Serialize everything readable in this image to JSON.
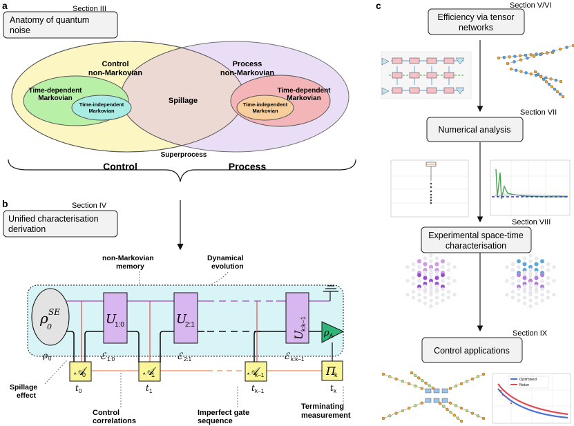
{
  "panel_a": {
    "letter": "a",
    "section": "Section III",
    "box_label_line1": "Anatomy of quantum",
    "box_label_line2": "noise",
    "control_ellipse_line1": "Control",
    "control_ellipse_line2": "non-Markovian",
    "process_ellipse_line1": "Process",
    "process_ellipse_line2": "non-Markovian",
    "td_left_line1": "Time-dependent",
    "td_left_line2": "Markovian",
    "ti_left_line1": "Time-independent",
    "ti_left_line2": "Markovian",
    "td_right_line1": "Time-dependent",
    "td_right_line2": "Markovian",
    "ti_right_line1": "Time-independent",
    "ti_right_line2": "Markovian",
    "overlap": "Spillage",
    "superprocess": "Superprocess",
    "brace_left": "Control",
    "brace_right": "Process",
    "colors": {
      "control": "#fbf6c2",
      "process": "#e6d9f5",
      "green": "#b8f0a8",
      "teal": "#a8ece4",
      "red": "#f3b5b8",
      "orange": "#f8cf9c"
    }
  },
  "panel_b": {
    "letter": "b",
    "section": "Section IV",
    "box_label_line1": "Unified characterisation",
    "box_label_line2": "derivation",
    "note_memory_line1": "non-Markovian",
    "note_memory_line2": "memory",
    "note_evolution_line1": "Dynamical",
    "note_evolution_line2": "evolution",
    "rho_se": "ρ₀ˢᴱ",
    "rho_se_base": "ρ",
    "rho_se_sub": "0",
    "rho_se_sup": "SE",
    "unitaries": [
      {
        "base": "U",
        "sub": "1:0"
      },
      {
        "base": "U",
        "sub": "2:1"
      },
      {
        "base": "U",
        "sub": "k:k−1"
      }
    ],
    "channels": [
      {
        "base": "ℰ",
        "sub": "1:0"
      },
      {
        "base": "ℰ",
        "sub": "2:1"
      },
      {
        "base": "ℰ",
        "sub": "k:k−1"
      }
    ],
    "rho0": {
      "base": "ρ",
      "sub": "0"
    },
    "rhoA": {
      "base": "ρ",
      "sub": "A"
    },
    "gates": [
      {
        "base": "𝒜",
        "sub": "0",
        "time_base": "t",
        "time_sub": "0"
      },
      {
        "base": "𝒜",
        "sub": "1",
        "time_base": "t",
        "time_sub": "1"
      },
      {
        "base": "𝒜",
        "sub": "k−1",
        "time_base": "t",
        "time_sub": "k−1"
      },
      {
        "base": "Π",
        "sub": "k",
        "time_base": "t",
        "time_sub": "k"
      }
    ],
    "note_spillage_line1": "Spillage",
    "note_spillage_line2": "effect",
    "note_control_line1": "Control",
    "note_control_line2": "correlations",
    "note_gate_line1": "Imperfect gate",
    "note_gate_line2": "sequence",
    "note_term_line1": "Terminating",
    "note_term_line2": "measurement",
    "colors": {
      "env": "#d9f4f7",
      "unitary": "#d8b7f0",
      "gate": "#fbf59a",
      "rhoA": "#2fb577",
      "memory": "#a641c9",
      "control_line": "#f08a5a",
      "system": "#111111"
    }
  },
  "panel_c": {
    "letter": "c",
    "stages": [
      {
        "section": "Section V/VI",
        "line1": "Efficiency via tensor",
        "line2": "networks"
      },
      {
        "section": "Section VII",
        "line1": "Numerical analysis",
        "line2": ""
      },
      {
        "section": "Section VIII",
        "line1": "Experimental space-time",
        "line2": "characterisation"
      },
      {
        "section": "Section IX",
        "line1": "Control applications",
        "line2": ""
      }
    ],
    "legend": {
      "optimised": "Optimised",
      "noise": "Noise"
    },
    "legend_colors": {
      "optimised": "#4a6fd8",
      "noise": "#e8474e"
    }
  }
}
